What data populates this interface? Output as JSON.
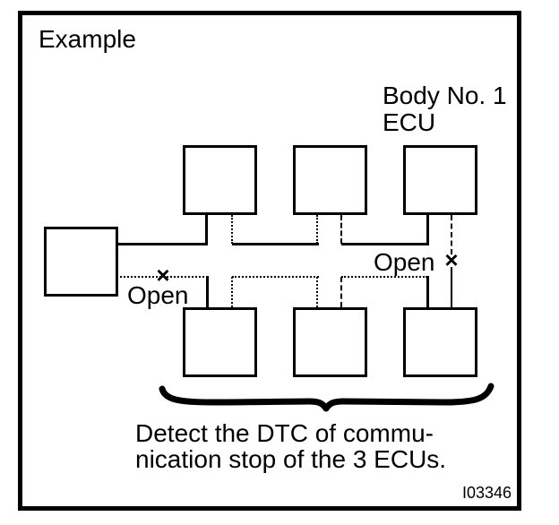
{
  "figure": {
    "title": "Example",
    "ecu_label": {
      "line1": "Body No. 1",
      "line2": "ECU"
    },
    "open_label_left": "Open",
    "open_label_right": "Open",
    "break_mark_left": "×",
    "break_mark_right": "×",
    "caption": {
      "line1": "Detect the DTC of commu-",
      "line2": "nication stop of the 3 ECUs."
    },
    "figure_id": "I03346",
    "colors": {
      "ink": "#000000",
      "paper": "#ffffff"
    }
  }
}
